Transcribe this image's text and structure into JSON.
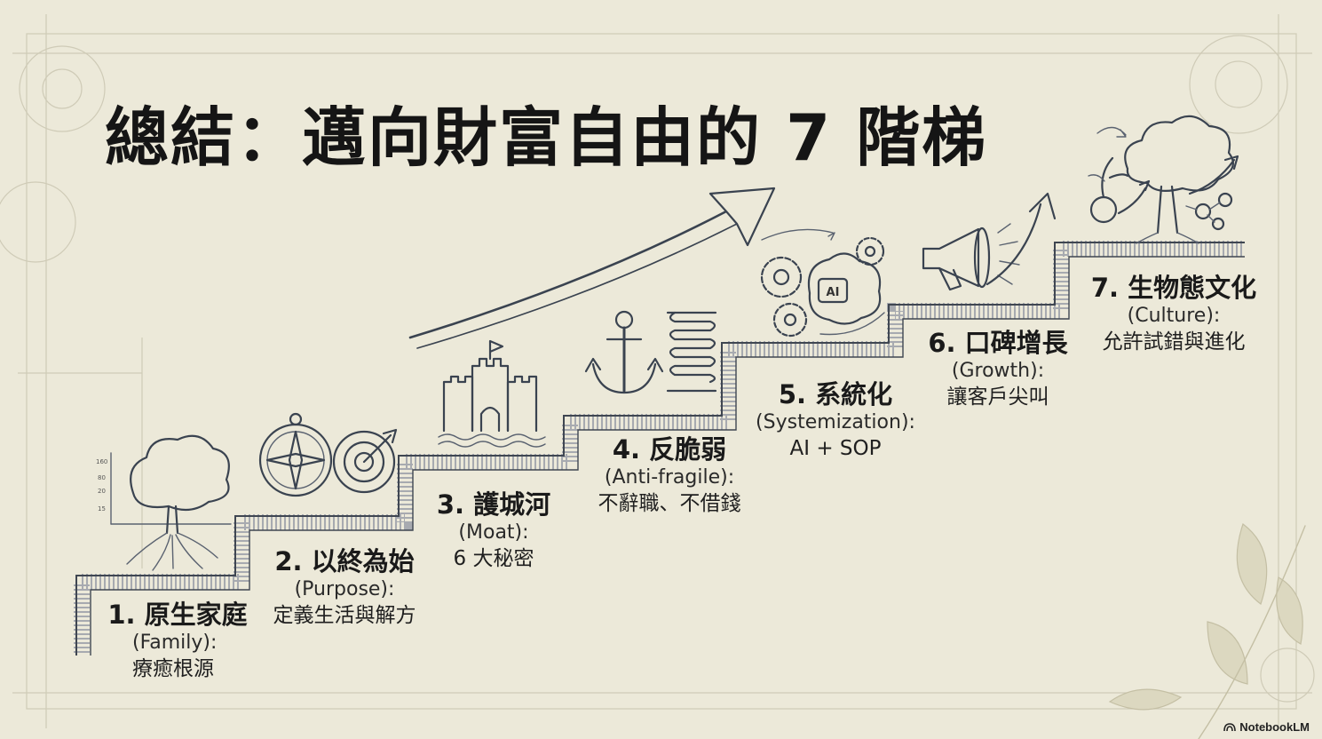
{
  "title": "總結：邁向財富自由的 7 階梯",
  "steps": [
    {
      "title": "1. 原生家庭",
      "en": "(Family):",
      "desc": "療癒根源"
    },
    {
      "title": "2. 以終為始",
      "en": "(Purpose):",
      "desc": "定義生活與解方"
    },
    {
      "title": "3. 護城河",
      "en": "(Moat):",
      "desc": "6 大秘密"
    },
    {
      "title": "4. 反脆弱",
      "en": "(Anti-fragile):",
      "desc": "不辭職、不借錢"
    },
    {
      "title": "5. 系統化",
      "en": "(Systemization):",
      "desc": "AI + SOP"
    },
    {
      "title": "6. 口碑增長",
      "en": "(Growth):",
      "desc": "讓客戶尖叫"
    },
    {
      "title": "7. 生物態文化",
      "en": "(Culture):",
      "desc": "允許試錯與進化"
    }
  ],
  "chart_ticks": [
    "160",
    "80",
    "20",
    "15"
  ],
  "ai_chip": "AI",
  "brand": "NotebookLM",
  "icons": [
    "tree-roots-icon",
    "compass-icon",
    "target-icon",
    "castle-icon",
    "anchor-icon",
    "spring-icon",
    "gears-brain-icon",
    "megaphone-icon",
    "growth-tree-icon",
    "growth-arrow-icon"
  ]
}
